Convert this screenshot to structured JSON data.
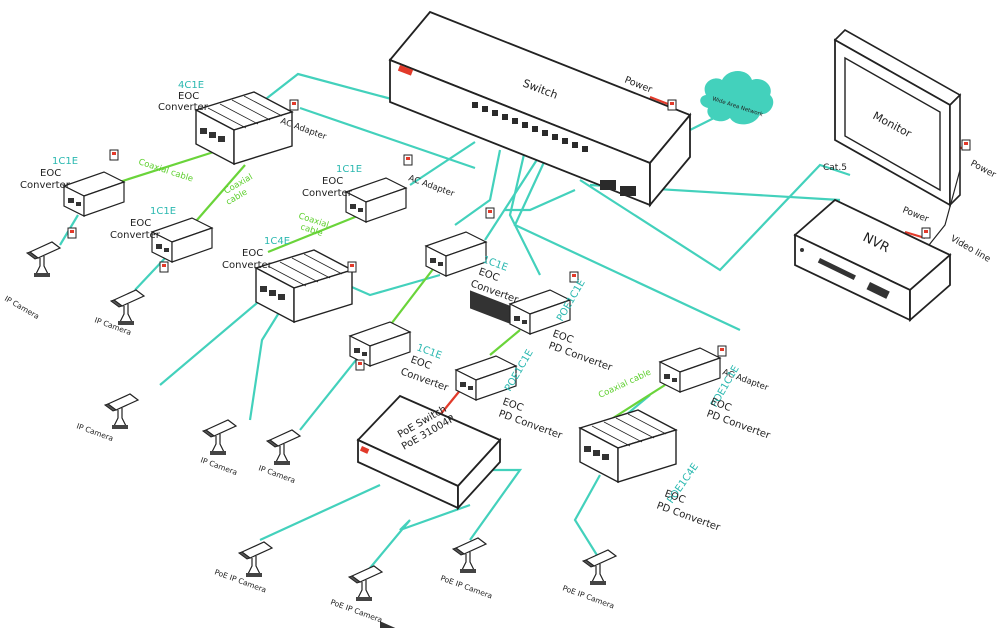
{
  "colors": {
    "cable": "#43d1bc",
    "coax": "#6ad43a",
    "power": "#e23a2a",
    "teal_text": "#2ab8b0",
    "green_text": "#5ccf2c"
  },
  "switch": {
    "label": "Switch",
    "power": "Power"
  },
  "wan": {
    "label": "Wide Area Network"
  },
  "monitor": {
    "label": "Monitor",
    "power": "Power"
  },
  "nvr": {
    "label": "NVR",
    "power": "Power",
    "video_line": "Video line",
    "cat5": "Cat.5"
  },
  "poe_switch": {
    "line1": "PoE Switch",
    "line2": "PoE 31004P"
  },
  "common": {
    "eoc": "EOC",
    "converter": "Converter",
    "pd_converter": "PD Converter",
    "ac_adapter": "AC Adapter",
    "coax": "Coaxial cable",
    "coax_a": "Coaxial",
    "coax_b": "cable"
  },
  "models": {
    "c4c1e": "4C1E",
    "c1c1e": "1C1E",
    "c1c4e": "1C4E",
    "poe1c1e": "POE1C1E",
    "poe1c4e": "POE1C4E"
  },
  "cameras": {
    "ip": "IP Camera",
    "poe": "PoE IP Camera"
  }
}
